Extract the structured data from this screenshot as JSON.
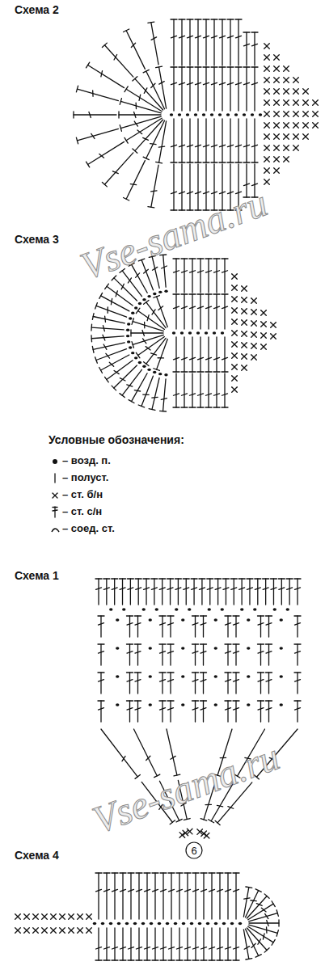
{
  "diagram": {
    "nodes": [
      {
        "text": [
          "6"
        ]
      }
    ],
    "labels": [
      "Схема 2",
      "Vse-sama.ru",
      "Схема 3",
      "Условные обозначения:",
      "Схема 1",
      "Vse-sama.ru",
      "Схема 4"
    ],
    "legend": [
      {
        "text": "– возд. п."
      },
      {
        "text": "– полуст."
      },
      {
        "text": "– ст. б/н"
      },
      {
        "text": "– ст. с/н"
      },
      {
        "text": "– соед. ст."
      }
    ]
  }
}
